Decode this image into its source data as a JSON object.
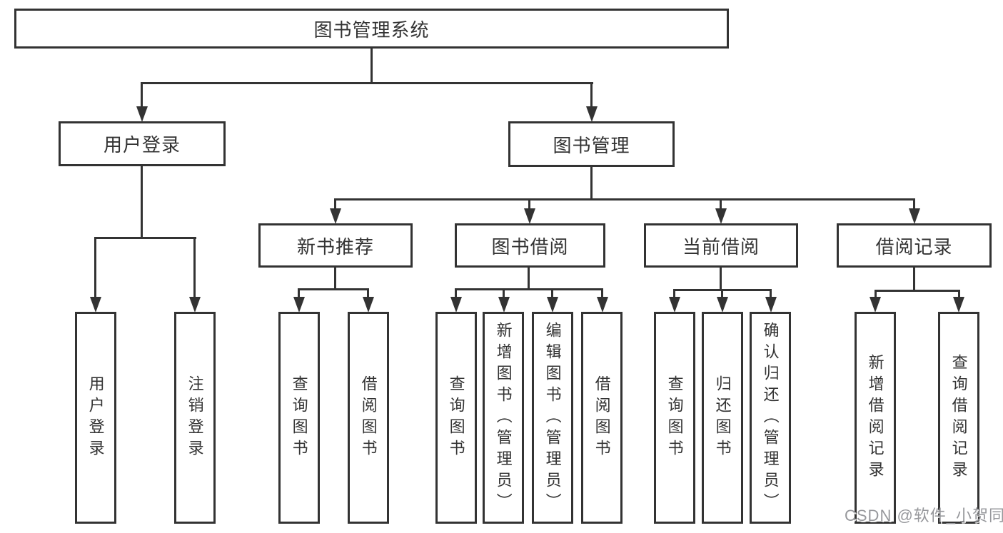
{
  "tree": {
    "label": "图书管理系统",
    "children": [
      {
        "label": "用户登录",
        "children": [
          {
            "label": "用户登录"
          },
          {
            "label": "注销登录"
          }
        ]
      },
      {
        "label": "图书管理",
        "children": [
          {
            "label": "新书推荐",
            "children": [
              {
                "label": "查询图书"
              },
              {
                "label": "借阅图书"
              }
            ]
          },
          {
            "label": "图书借阅",
            "children": [
              {
                "label": "查询图书"
              },
              {
                "label": "新增图书（管理员）"
              },
              {
                "label": "编辑图书（管理员）"
              },
              {
                "label": "借阅图书"
              }
            ]
          },
          {
            "label": "当前借阅",
            "children": [
              {
                "label": "查询图书"
              },
              {
                "label": "归还图书"
              },
              {
                "label": "确认归还（管理员）"
              }
            ]
          },
          {
            "label": "借阅记录",
            "children": [
              {
                "label": "新增借阅记录"
              },
              {
                "label": "查询借阅记录"
              }
            ]
          }
        ]
      }
    ]
  },
  "watermark": {
    "text": "CSDN @软件_小贺同学"
  },
  "colors": {
    "line": "#333333",
    "text": "#333333",
    "background": "#ffffff",
    "watermark": "#97989c"
  }
}
